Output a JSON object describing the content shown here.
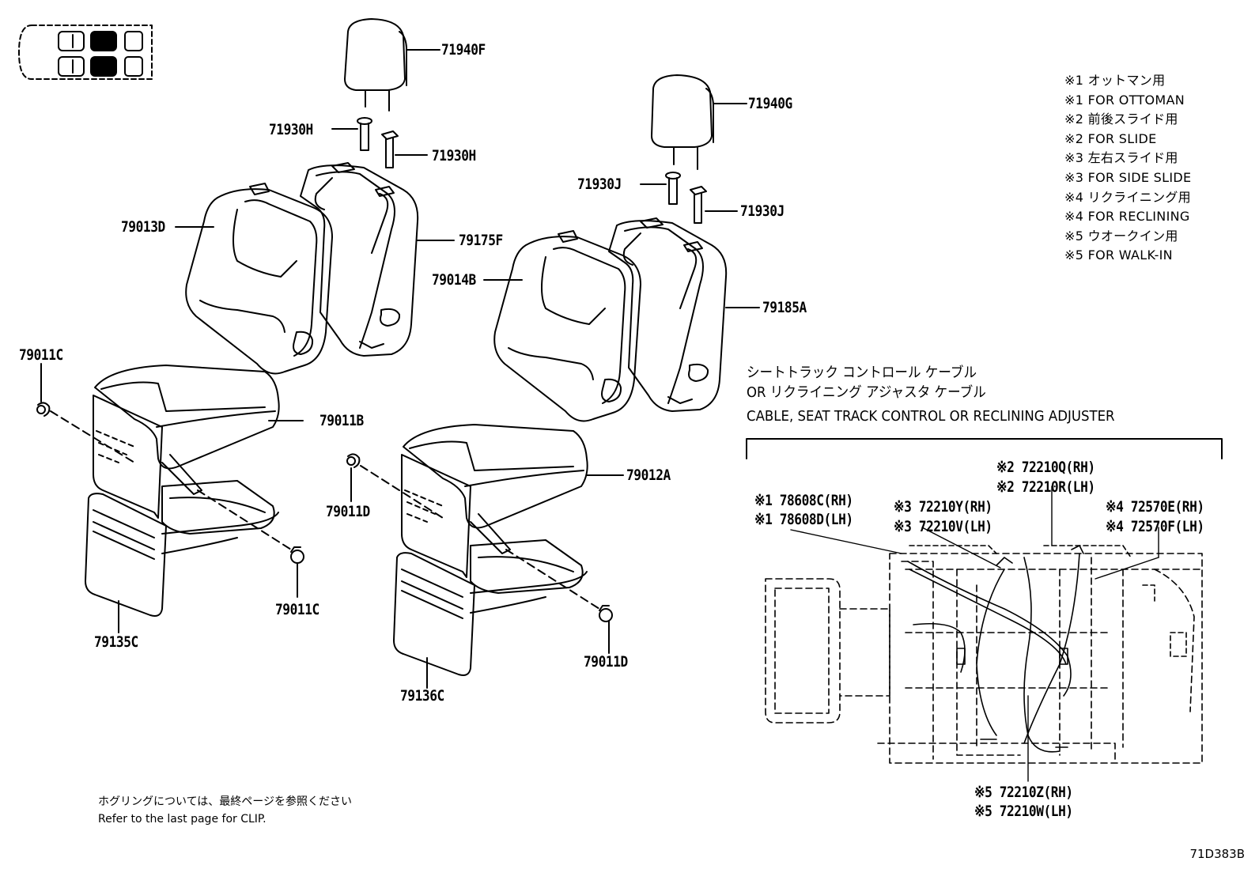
{
  "labels": {
    "p71940F": "71940F",
    "p71930H_a": "71930H",
    "p71930H_b": "71930H",
    "p71940G": "71940G",
    "p71930J_a": "71930J",
    "p71930J_b": "71930J",
    "p79013D": "79013D",
    "p79175F": "79175F",
    "p79014B": "79014B",
    "p79185A": "79185A",
    "p79011C_a": "79011C",
    "p79011B": "79011B",
    "p79012A": "79012A",
    "p79011D_a": "79011D",
    "p79011C_b": "79011C",
    "p79135C": "79135C",
    "p79136C": "79136C",
    "p79011D_b": "79011D"
  },
  "legend": [
    "※1 オットマン用",
    "※1 FOR OTTOMAN",
    "※2 前後スライド用",
    "※2 FOR SLIDE",
    "※3 左右スライド用",
    "※3 FOR SIDE SLIDE",
    "※4 リクライニング用",
    "※4 FOR RECLINING",
    "※5 ウオークイン用",
    "※5 FOR WALK-IN"
  ],
  "cable": {
    "title_jp_1": "シートトラック  コントロール  ケーブル",
    "title_jp_2": "OR  リクライニング  アジャスタ  ケーブル",
    "title_en": "CABLE, SEAT TRACK CONTROL OR RECLINING ADJUSTER",
    "parts": {
      "c1a": "※1 78608C(RH)",
      "c1b": "※1 78608D(LH)",
      "c3a": "※3 72210Y(RH)",
      "c3b": "※3 72210V(LH)",
      "c2a": "※2 72210Q(RH)",
      "c2b": "※2 72210R(LH)",
      "c4a": "※4 72570E(RH)",
      "c4b": "※4 72570F(LH)",
      "c5a": "※5 72210Z(RH)",
      "c5b": "※5 72210W(LH)"
    }
  },
  "note": {
    "jp": "ホグリングについては、最終ページを参照ください",
    "en": "Refer to the last page for CLIP."
  },
  "figure_code": "71D383B"
}
